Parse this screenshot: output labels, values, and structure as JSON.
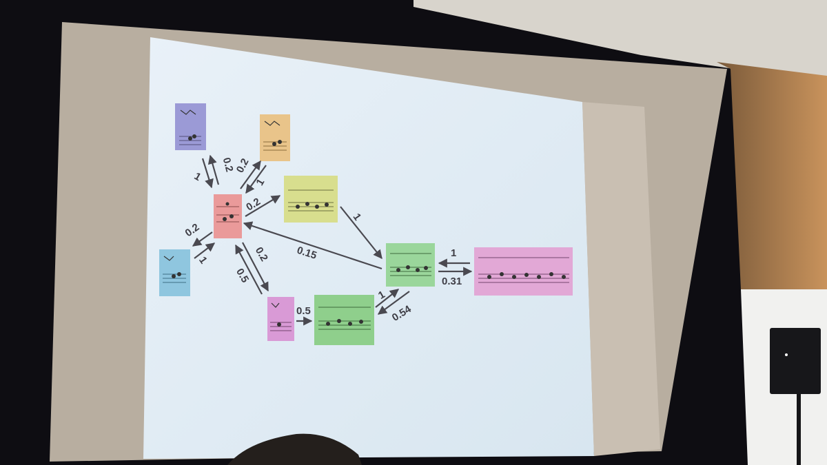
{
  "slide": {
    "title": "",
    "edges": [
      {
        "id": "blue-to-red",
        "label": "1"
      },
      {
        "id": "red-to-blue",
        "label": "0.2"
      },
      {
        "id": "red-to-orange",
        "label": "0.2"
      },
      {
        "id": "orange-to-red",
        "label": "1"
      },
      {
        "id": "red-to-yellow",
        "label": "0.2"
      },
      {
        "id": "red-to-cyan",
        "label": "0.2"
      },
      {
        "id": "cyan-to-red",
        "label": "1"
      },
      {
        "id": "red-to-magenta",
        "label": "0.2"
      },
      {
        "id": "magenta-to-red",
        "label": "0.5"
      },
      {
        "id": "yellow-to-green",
        "label": "1"
      },
      {
        "id": "green-to-red",
        "label": "0.15"
      },
      {
        "id": "magenta-to-darkgreen",
        "label": "0.5"
      },
      {
        "id": "darkgreen-to-green",
        "label": "1"
      },
      {
        "id": "green-to-darkgreen",
        "label": "0.54"
      },
      {
        "id": "pink-to-green",
        "label": "1"
      },
      {
        "id": "green-to-pink",
        "label": "0.31"
      }
    ],
    "states": [
      {
        "id": "blue",
        "color": "#9b9ad6"
      },
      {
        "id": "orange",
        "color": "#e9c48a"
      },
      {
        "id": "red",
        "color": "#ea9a9a"
      },
      {
        "id": "yellow",
        "color": "#d8de8e"
      },
      {
        "id": "cyan",
        "color": "#8fc6df"
      },
      {
        "id": "magenta",
        "color": "#d99ad6"
      },
      {
        "id": "darkgreen",
        "color": "#8fcf8c"
      },
      {
        "id": "green",
        "color": "#9ad69b"
      },
      {
        "id": "pink",
        "color": "#e2a8d6"
      }
    ]
  }
}
